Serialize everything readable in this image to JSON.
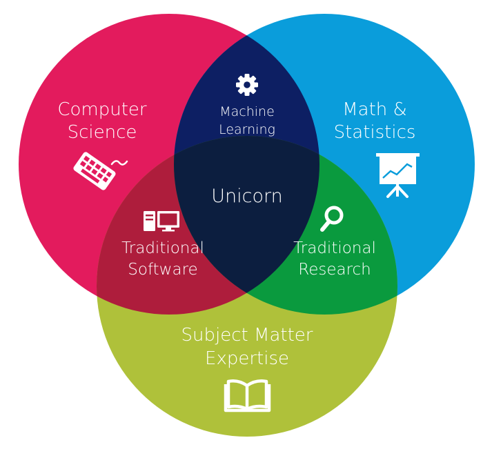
{
  "diagram": {
    "colors": {
      "computer_science": "#E31B5D",
      "math_statistics": "#0A9DDB",
      "subject_matter": "#AFC13A",
      "traditional_software": "#AE1D3C",
      "traditional_research": "#0A9A3E",
      "machine_learning": "#0D1F63",
      "unicorn": "#0C1E3F",
      "text": "#FFFFFF"
    },
    "sets": {
      "computer_science": {
        "line1": "Computer",
        "line2": "Science",
        "icon": "keyboard-icon"
      },
      "math_statistics": {
        "line1": "Math &",
        "line2": "Statistics",
        "icon": "presentation-chart-icon"
      },
      "subject_matter": {
        "line1": "Subject Matter",
        "line2": "Expertise",
        "icon": "open-book-icon"
      }
    },
    "intersections": {
      "machine_learning": {
        "line1": "Machine",
        "line2": "Learning",
        "icon": "gear-icon"
      },
      "traditional_software": {
        "line1": "Traditional",
        "line2": "Software",
        "icon": "desktop-computer-icon"
      },
      "traditional_research": {
        "line1": "Traditional",
        "line2": "Research",
        "icon": "magnifier-icon"
      },
      "unicorn": {
        "label": "Unicorn"
      }
    }
  }
}
